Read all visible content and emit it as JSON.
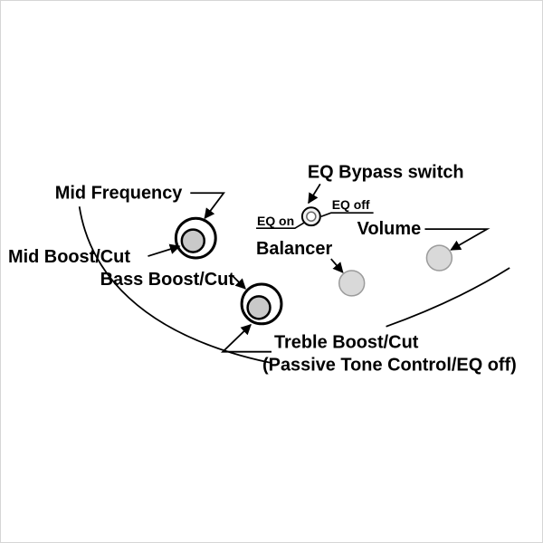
{
  "diagram": {
    "labels": {
      "eq_bypass_switch": "EQ Bypass switch",
      "mid_frequency": "Mid Frequency",
      "eq_on": "EQ on",
      "eq_off": "EQ off",
      "volume": "Volume",
      "balancer": "Balancer",
      "mid_boost_cut": "Mid Boost/Cut",
      "bass_boost_cut": "Bass Boost/Cut",
      "treble_boost_cut": "Treble Boost/Cut",
      "passive_note": "(Passive Tone Control/EQ off)"
    },
    "colors": {
      "background": "#ffffff",
      "line": "#000000",
      "text": "#000000",
      "knob_ring_fill": "#ffffff",
      "knob_inner_fill": "#c9c9c9",
      "switch_outer_fill": "#f2f2f2",
      "switch_inner_fill": "#ffffff",
      "small_knob_fill": "#d9d9d9",
      "small_knob_stroke": "#9b9b9b"
    }
  }
}
